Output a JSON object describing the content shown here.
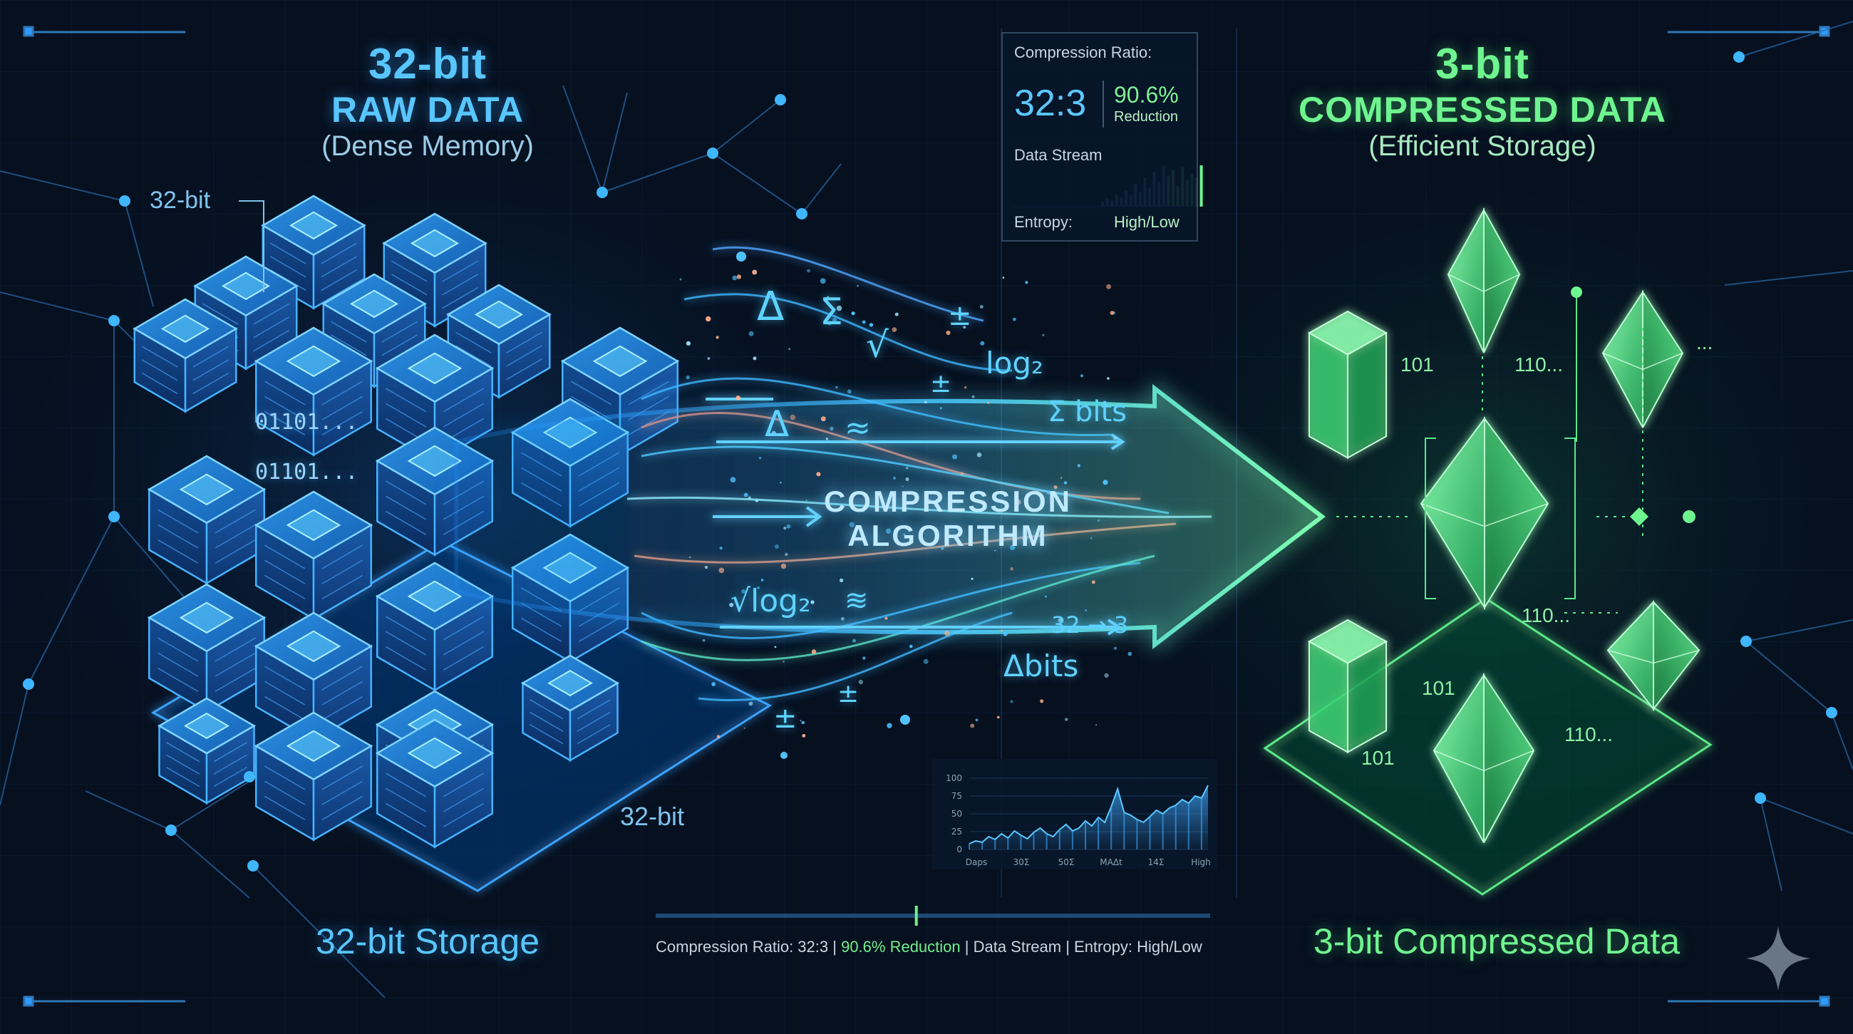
{
  "left": {
    "bits": "32-bit",
    "title": "RAW DATA",
    "subtitle": "(Dense Memory)",
    "callout_top": "32-bit",
    "callout_bottom": "32-bit",
    "footer": "32-bit Storage",
    "cube_texts": [
      "01101...",
      "01101..."
    ]
  },
  "right": {
    "bits": "3-bit",
    "title": "COMPRESSED DATA",
    "subtitle": "(Efficient Storage)",
    "footer": "3-bit Compressed Data",
    "labels": [
      "101",
      "110...",
      "...",
      "110...",
      "101",
      "101",
      "110..."
    ]
  },
  "center": {
    "algorithm_line1": "COMPRESSION",
    "algorithm_line2": "ALGORITHM",
    "symbols": [
      "Δ",
      "Σ",
      "√",
      "±",
      "log₂",
      "±",
      "Σ bits",
      "Δ",
      "≈",
      "√log₂",
      "≋",
      "32 → 3",
      "Δbits",
      "±",
      "±"
    ]
  },
  "stats_panel": {
    "ratio_label": "Compression Ratio:",
    "ratio_value": "32:3",
    "reduction_value": "90.6%",
    "reduction_label": "Reduction",
    "stream_label": "Data Stream",
    "entropy_label": "Entropy:",
    "entropy_value": "High/Low",
    "stream_levels": [
      0.12,
      0.2,
      0.15,
      0.3,
      0.22,
      0.4,
      0.28,
      0.55,
      0.35,
      0.7,
      0.45,
      0.85,
      0.6,
      1.0,
      0.75,
      0.9,
      0.5,
      0.95,
      0.65,
      0.8,
      0.7,
      1.0
    ]
  },
  "chart_data": {
    "type": "area",
    "yticks": [
      "100",
      "75",
      "50",
      "25",
      "0"
    ],
    "xticks": [
      "Daps",
      "30Σ",
      "50Σ",
      "MAΔt",
      "14Σ",
      "High"
    ],
    "ylim": [
      0,
      100
    ],
    "values": [
      8,
      12,
      10,
      18,
      14,
      22,
      16,
      26,
      20,
      15,
      24,
      30,
      22,
      18,
      28,
      35,
      26,
      30,
      40,
      33,
      45,
      38,
      60,
      85,
      52,
      48,
      42,
      38,
      46,
      55,
      50,
      58,
      62,
      70,
      65,
      75,
      72,
      90
    ]
  },
  "progress": {
    "fraction": 0.47,
    "caption_part1": "Compression Ratio: 32:3 |",
    "caption_highlight": "90.6% Reduction",
    "caption_part2": "| Data Stream | Entropy: High/Low"
  },
  "colors": {
    "background": "#06101f",
    "accent_blue": "#58c6ff",
    "accent_green": "#6ff58f",
    "panel_border": "#3c5c7a"
  }
}
